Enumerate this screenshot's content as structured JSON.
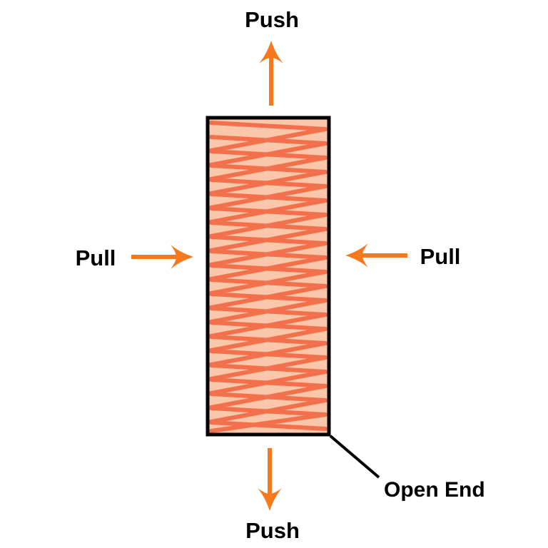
{
  "labels": {
    "push_top": "Push",
    "pull_left": "Pull",
    "pull_right": "Pull",
    "push_bottom": "Push",
    "open_end": "Open End"
  },
  "colors": {
    "background": "#FFFFFF",
    "text": "#000000",
    "outline": "#000000",
    "arrow_orange": "#F6791D",
    "coil_fill": "#FBC7AB",
    "coil_line": "#F2714C",
    "leader_line": "#000000"
  }
}
